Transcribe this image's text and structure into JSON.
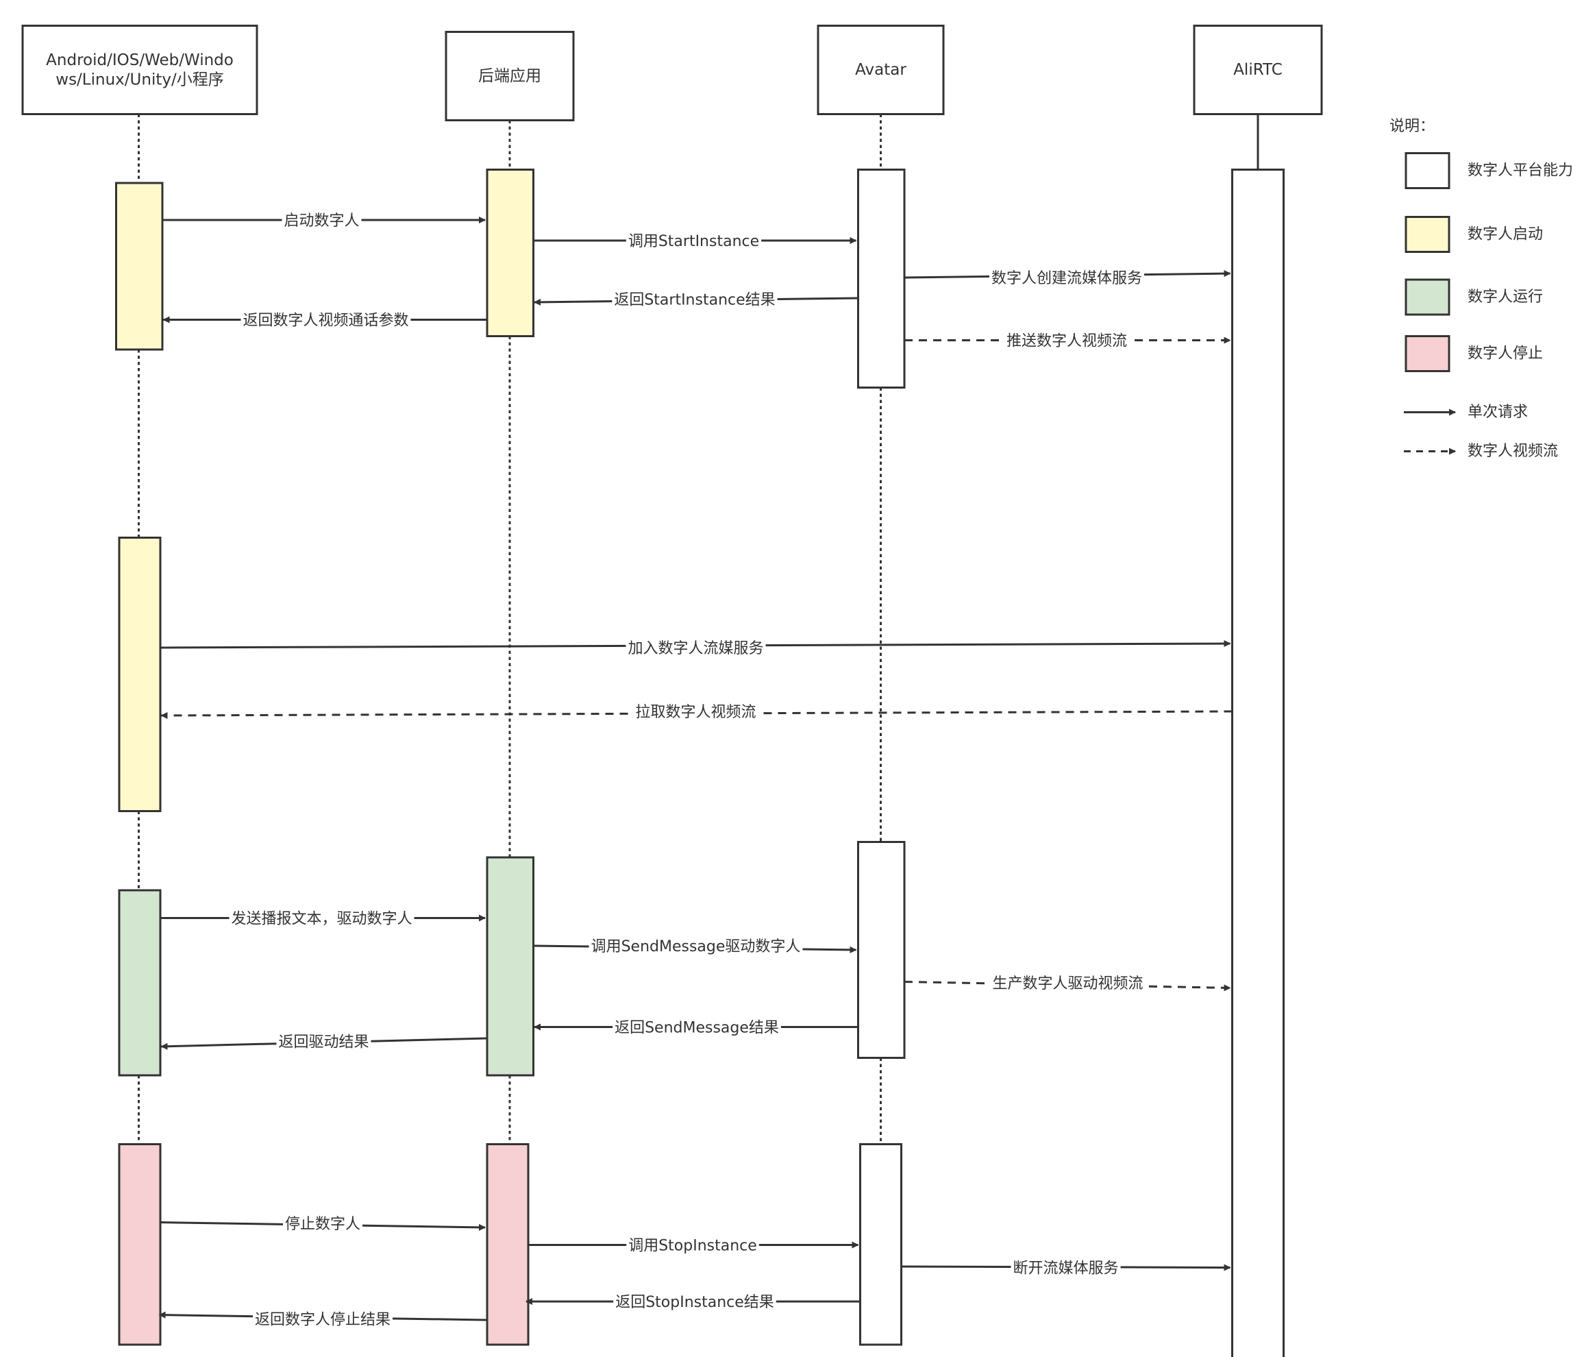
{
  "colors": {
    "line": "#333333",
    "platform": "#ffffff",
    "start": "#fff9cc",
    "run": "#d3e7d0",
    "stop": "#f6d0d2"
  },
  "participants": [
    {
      "id": "client",
      "lines": [
        "Android/IOS/Web/Windo",
        "ws/Linux/Unity/小程序"
      ]
    },
    {
      "id": "backend",
      "lines": [
        "后端应用"
      ]
    },
    {
      "id": "avatar",
      "lines": [
        "Avatar"
      ]
    },
    {
      "id": "alirtc",
      "lines": [
        "AliRTC"
      ]
    }
  ],
  "activations": [
    {
      "participant": "client",
      "phase": "start"
    },
    {
      "participant": "backend",
      "phase": "start"
    },
    {
      "participant": "avatar",
      "phase": "platform"
    },
    {
      "participant": "alirtc",
      "phase": "platform"
    },
    {
      "participant": "client",
      "phase": "start"
    },
    {
      "participant": "avatar",
      "phase": "platform"
    },
    {
      "participant": "client",
      "phase": "run"
    },
    {
      "participant": "backend",
      "phase": "run"
    },
    {
      "participant": "client",
      "phase": "stop"
    },
    {
      "participant": "backend",
      "phase": "stop"
    },
    {
      "participant": "avatar",
      "phase": "platform"
    }
  ],
  "messages": [
    {
      "from": "client",
      "to": "backend",
      "label": "启动数字人",
      "style": "request"
    },
    {
      "from": "backend",
      "to": "avatar",
      "label": "调用StartInstance",
      "style": "request"
    },
    {
      "from": "avatar",
      "to": "alirtc",
      "label": "数字人创建流媒体服务",
      "style": "request"
    },
    {
      "from": "avatar",
      "to": "backend",
      "label": "返回StartInstance结果",
      "style": "request"
    },
    {
      "from": "backend",
      "to": "client",
      "label": "返回数字人视频通话参数",
      "style": "request"
    },
    {
      "from": "avatar",
      "to": "alirtc",
      "label": "推送数字人视频流",
      "style": "stream"
    },
    {
      "from": "client",
      "to": "alirtc",
      "label": "加入数字人流媒服务",
      "style": "request"
    },
    {
      "from": "alirtc",
      "to": "client",
      "label": "拉取数字人视频流",
      "style": "stream"
    },
    {
      "from": "client",
      "to": "backend",
      "label": "发送播报文本，驱动数字人",
      "style": "request"
    },
    {
      "from": "backend",
      "to": "avatar",
      "label": "调用SendMessage驱动数字人",
      "style": "request"
    },
    {
      "from": "avatar",
      "to": "alirtc",
      "label": "生产数字人驱动视频流",
      "style": "stream"
    },
    {
      "from": "avatar",
      "to": "backend",
      "label": "返回SendMessage结果",
      "style": "request"
    },
    {
      "from": "backend",
      "to": "client",
      "label": "返回驱动结果",
      "style": "request"
    },
    {
      "from": "client",
      "to": "backend",
      "label": "停止数字人",
      "style": "request"
    },
    {
      "from": "backend",
      "to": "avatar",
      "label": "调用StopInstance",
      "style": "request"
    },
    {
      "from": "avatar",
      "to": "alirtc",
      "label": "断开流媒体服务",
      "style": "request"
    },
    {
      "from": "avatar",
      "to": "backend",
      "label": "返回StopInstance结果",
      "style": "request"
    },
    {
      "from": "backend",
      "to": "client",
      "label": "返回数字人停止结果",
      "style": "request"
    }
  ],
  "legend": {
    "title": "说明：",
    "items": [
      {
        "kind": "box",
        "phase": "platform",
        "label": "数字人平台能力"
      },
      {
        "kind": "box",
        "phase": "start",
        "label": "数字人启动"
      },
      {
        "kind": "box",
        "phase": "run",
        "label": "数字人运行"
      },
      {
        "kind": "box",
        "phase": "stop",
        "label": "数字人停止"
      },
      {
        "kind": "line",
        "style": "request",
        "label": "单次请求"
      },
      {
        "kind": "line",
        "style": "stream",
        "label": "数字人视频流"
      }
    ]
  }
}
